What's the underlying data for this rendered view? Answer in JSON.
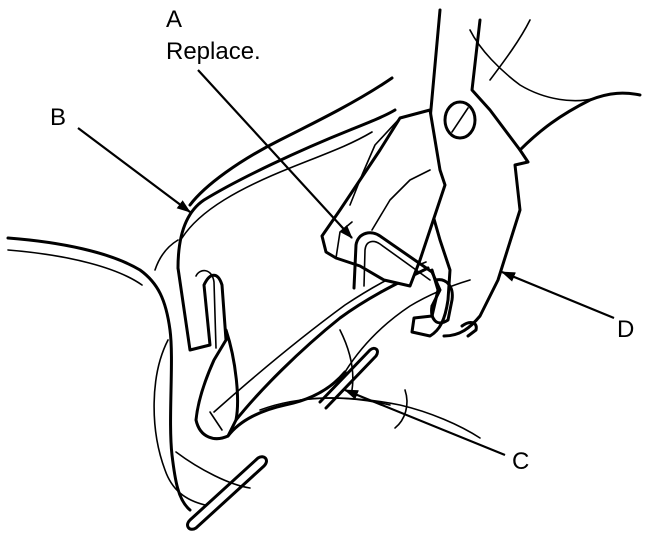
{
  "callouts": {
    "a": {
      "letter": "A",
      "note": "Replace."
    },
    "b": {
      "letter": "B"
    },
    "c": {
      "letter": "C"
    },
    "d": {
      "letter": "D"
    }
  },
  "colors": {
    "ink": "#000000",
    "paper": "#ffffff"
  }
}
